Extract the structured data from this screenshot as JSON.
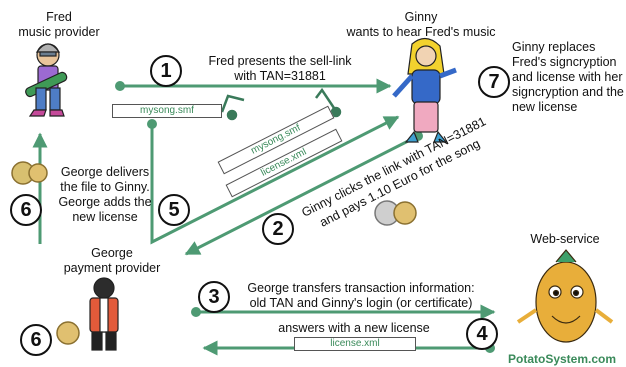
{
  "actors": {
    "fred": {
      "name": "Fred",
      "role": "music provider"
    },
    "ginny": {
      "name": "Ginny",
      "role": "wants to hear Fred's music"
    },
    "george": {
      "name": "George",
      "role": "payment provider"
    },
    "webservice": {
      "name": "Web-service",
      "brand": "PotatoSystem.com"
    }
  },
  "steps": [
    {
      "number": "1",
      "text_lines": [
        "Fred presents the sell-link",
        "with TAN=31881"
      ]
    },
    {
      "number": "2",
      "text_lines": [
        "Ginny clicks the link with TAN=31881",
        "and pays 1.10 Euro for the song"
      ]
    },
    {
      "number": "3",
      "text_lines": [
        "George transfers transaction information:",
        "old TAN and Ginny's login (or certificate)"
      ]
    },
    {
      "number": "4",
      "text_lines": [
        "answers with a new license"
      ]
    },
    {
      "number": "5",
      "text_lines": [
        "George delivers",
        "the file to Ginny.",
        "George adds the",
        "new license"
      ]
    },
    {
      "number": "6",
      "text_lines": []
    },
    {
      "number": "6",
      "text_lines": []
    },
    {
      "number": "7",
      "text_lines": [
        "Ginny replaces",
        "Fred's signcryption",
        "and license with her",
        "signcryption and the",
        "new license"
      ]
    }
  ],
  "files": {
    "song1": "mysong.smf",
    "song2": "mysong.smf",
    "license1": "license.xml",
    "license2": "license.xml"
  },
  "colors": {
    "arrow": "#4e9a73",
    "file_text": "#3a8a5a"
  }
}
